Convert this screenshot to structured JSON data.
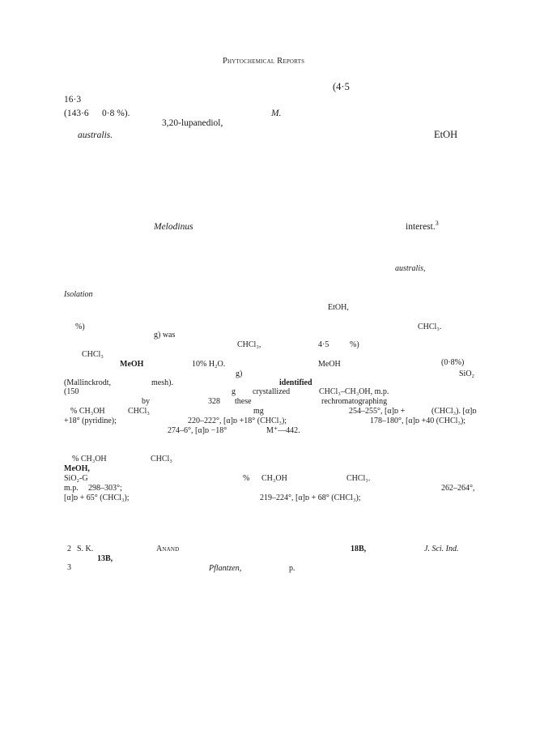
{
  "header": {
    "running_title": "Phytochemical Reports"
  },
  "body": {
    "l1": "(4·5",
    "l2": "16·3",
    "l3a": "(143·6",
    "l3b": "0·8 %).",
    "l3c": "M.",
    "l4": "3,20-lupanediol,",
    "l5a": "australis.",
    "l5b": "EtOH",
    "l6a": "Melodinus",
    "l6b": "interest.",
    "ref_sup": "3",
    "l7": "australis,",
    "isolation": "Isolation",
    "l8": "EtOH,",
    "l9a": "%)",
    "l9b": "CHCl₃.",
    "l10": "g) was",
    "l11a": "CHCl₃,",
    "l11b": "4·5",
    "l11c": "%)",
    "l12": "CHCl₃",
    "l13a": "MeOH",
    "l13b": "10% H₂O.",
    "l13c": "MeOH",
    "l13d": "(0·8%)",
    "l14a": "g)",
    "l14b": "SiO₂",
    "l15a": "(Mallinckrodt,",
    "l15b": "mesh).",
    "l15c": "identified",
    "l16a": "(150",
    "l16b": "g",
    "l16c": "crystallized",
    "l16d": "CHCl₃–CH₃OH, m.p.",
    "l17a": "by",
    "l17b": "328",
    "l17c": "these",
    "l17d": "rechromatographing",
    "l18a": "% CH₃OH",
    "l18b": "CHCl₃",
    "l18c": "mg",
    "l18d": "254–255°, [α]ᴅ +",
    "l18e": "(CHCl₃). [α]ᴅ",
    "l19a": "+18° (pyridine);",
    "l19b": "220–222°, [α]ᴅ +18° (CHCl₃);",
    "l19c": "178–180°, [α]ᴅ +40 (CHCl₃);",
    "l20a": "274–6°, [α]ᴅ −18°",
    "l20b": "M⁺—442.",
    "l21a": "% CH₃OH",
    "l21b": "CHCl₃",
    "l22": "MeOH,",
    "l23a": "SiO₂-G",
    "l23b": "%",
    "l23c": "CH₃OH",
    "l23d": "CHCl₃.",
    "l24a": "m.p.",
    "l24b": "298–303°;",
    "l24c": "262–264°,",
    "l25a": "[α]ᴅ + 65° (CHCl₃);",
    "l25b": "219–224°, [α]ᴅ + 68° (CHCl₃);"
  },
  "references": {
    "r2_num": "2",
    "r2_a": "S. K.",
    "r2_b": "Anand",
    "r2_c": "18B,",
    "r2_d": "J. Sci. Ind.",
    "r2_e": "13B,",
    "r3_num": "3",
    "r3_a": "Pflantzen,",
    "r3_b": "p."
  }
}
